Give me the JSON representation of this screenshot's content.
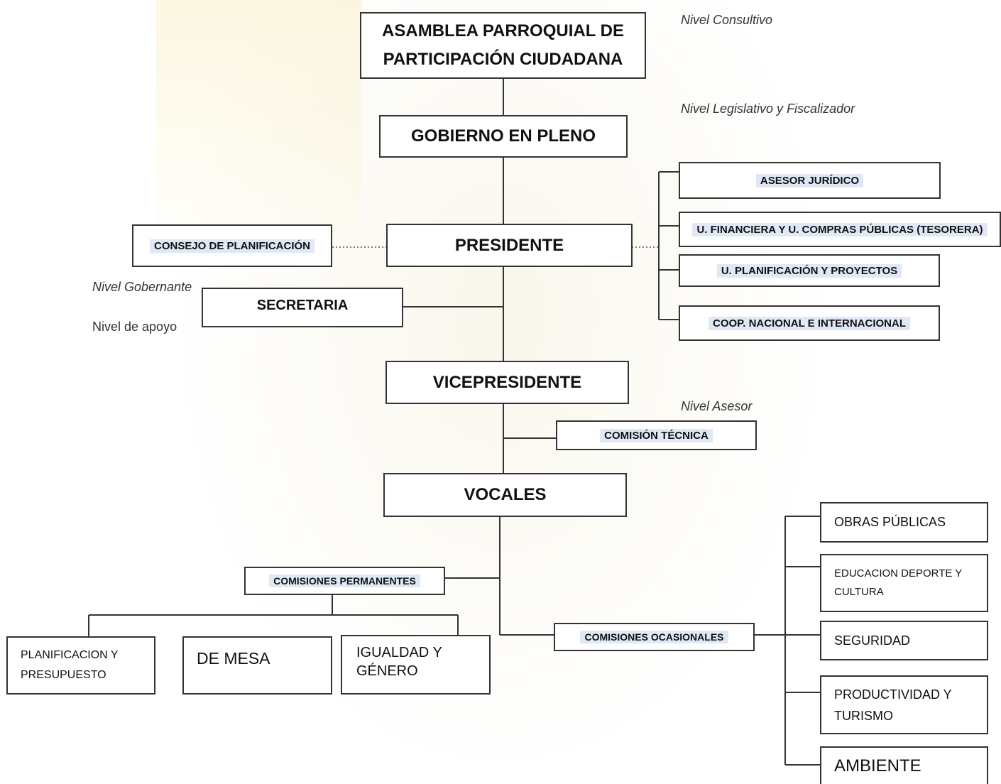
{
  "boxes": {
    "asamblea": "ASAMBLEA PARROQUIAL DE PARTICIPACIÓN CIUDADANA",
    "gobierno": "GOBIERNO EN PLENO",
    "presidente": "PRESIDENTE",
    "consejo": "CONSEJO DE PLANIFICACIÓN",
    "secretaria": "SECRETARIA",
    "vicepresidente": "VICEPRESIDENTE",
    "comision_tecnica": "COMISIÓN TÉCNICA",
    "vocales": "VOCALES",
    "comisiones_permanentes": "COMISIONES PERMANENTES",
    "comisiones_ocasionales": "COMISIONES OCASIONALES"
  },
  "asesores": [
    "ASESOR JURÍDICO",
    "U. FINANCIERA Y  U. COMPRAS PÚBLICAS (TESORERA)",
    "U. PLANIFICACIÓN Y PROYECTOS",
    "COOP. NACIONAL E INTERNACIONAL"
  ],
  "permanentes": [
    "PLANIFICACION Y PRESUPUESTO",
    "DE MESA",
    "IGUALDAD  Y GÉNERO"
  ],
  "ocasionales": [
    "OBRAS PÚBLICAS",
    "EDUCACION DEPORTE Y CULTURA",
    "SEGURIDAD",
    "PRODUCTIVIDAD Y TURISMO",
    "AMBIENTE"
  ],
  "levels": {
    "consultivo": "Nivel Consultivo",
    "legislativo": "Nivel Legislativo y Fiscalizador",
    "gobernante": "Nivel Gobernante",
    "apoyo": "Nivel de apoyo",
    "asesor": "Nivel Asesor"
  },
  "colors": {
    "highlight": "#dfe9f6",
    "line": "#333333",
    "watermark": "#eee6c8"
  }
}
